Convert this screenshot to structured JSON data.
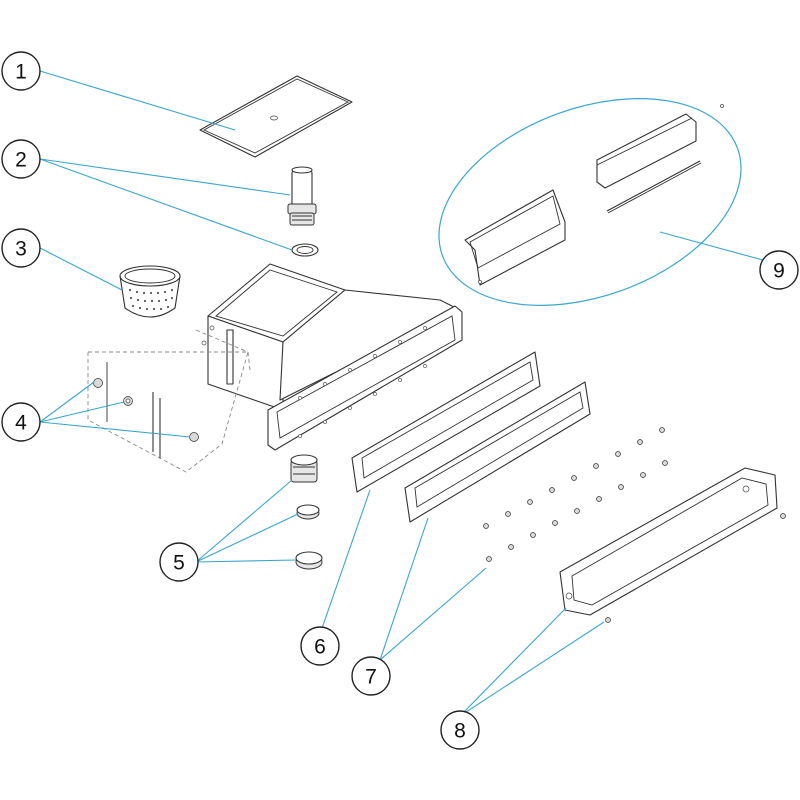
{
  "colors": {
    "leader": "#3aa6cf",
    "outline": "#333333",
    "background": "#ffffff"
  },
  "callouts": {
    "c1": "1",
    "c2": "2",
    "c3": "3",
    "c4": "4",
    "c5": "5",
    "c6": "6",
    "c7": "7",
    "c8": "8",
    "c9": "9"
  }
}
